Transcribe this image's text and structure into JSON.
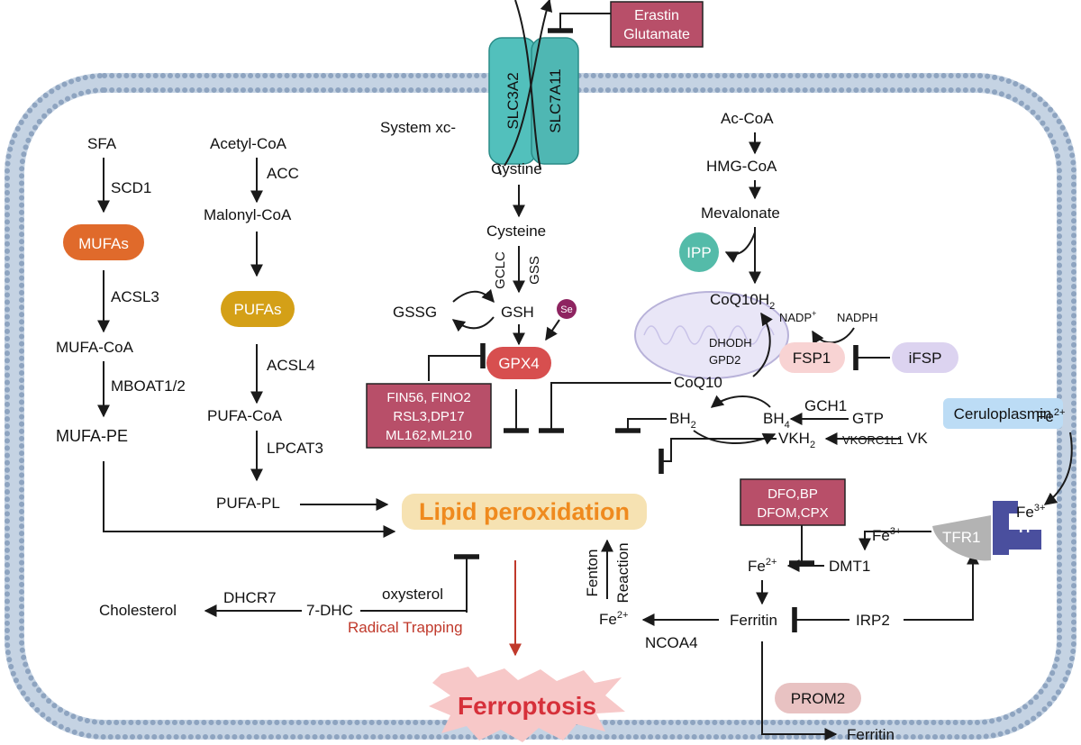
{
  "membrane": {
    "transporter": {
      "left": "SLC3A2",
      "right": "SLC7A11",
      "system": "System xc-"
    }
  },
  "inhibitor_boxes": {
    "erastin": [
      "Erastin",
      "Glutamate"
    ],
    "gpx4_inhibitors": [
      "FIN56, FINO2",
      "RSL3,DP17",
      "ML162,ML210"
    ],
    "iron_chelators": [
      "DFO,BP",
      "DFOM,CPX"
    ]
  },
  "mufa_pathway": {
    "sfa": "SFA",
    "scd1": "SCD1",
    "mufas": "MUFAs",
    "acsl3": "ACSL3",
    "mufa_coa": "MUFA-CoA",
    "mboat": "MBOAT1/2",
    "mufa_pe": "MUFA-PE"
  },
  "pufa_pathway": {
    "acetyl_coa": "Acetyl-CoA",
    "acc": "ACC",
    "malonyl_coa": "Malonyl-CoA",
    "pufas": "PUFAs",
    "acsl4": "ACSL4",
    "pufa_coa": "PUFA-CoA",
    "lpcat3": "LPCAT3",
    "pufa_pl": "PUFA-PL"
  },
  "gsh_pathway": {
    "cystine": "Cystine",
    "cysteine": "Cysteine",
    "gclc": "GCLC",
    "gss": "GSS",
    "gsh": "GSH",
    "gssg": "GSSG",
    "se": "Se",
    "gpx4": "GPX4"
  },
  "mevalonate_pathway": {
    "ac_coa": "Ac-CoA",
    "hmg_coa": "HMG-CoA",
    "mevalonate": "Mevalonate",
    "ipp": "IPP",
    "coq10h2": "CoQ10H",
    "coq10h2_sub": "2",
    "nadp": "NADP",
    "nadp_sup": "+",
    "nadph": "NADPH",
    "dhodh": "DHODH",
    "gpd2": "GPD2",
    "fsp1": "FSP1",
    "ifsp": "iFSP",
    "coq10": "CoQ10"
  },
  "bh4_pathway": {
    "bh": "BH",
    "bh2_sub": "2",
    "bh4_sub": "4",
    "gch1": "GCH1",
    "gtp": "GTP",
    "vkorc1l1": "VKORC1L1",
    "vkh": "VKH",
    "vkh_sub": "2",
    "vk": "VK"
  },
  "lipid_peroxidation": "Lipid peroxidation",
  "sterol": {
    "cholesterol": "Cholesterol",
    "dhcr7": "DHCR7",
    "dhc": "7-DHC",
    "oxysterol": "oxysterol",
    "radical_trapping": "Radical Trapping"
  },
  "iron": {
    "fenton": "Fenton",
    "reaction": "Reaction",
    "fe": "Fe",
    "fe2_sup": "2+",
    "fe3_sup": "3+",
    "ncoa4": "NCOA4",
    "ferritin": "Ferritin",
    "irp2": "IRP2",
    "dmt1": "DMT1",
    "tfr1": "TFR1",
    "tf": "Tf",
    "ceruloplasmin": "Ceruloplasmin",
    "prom2": "PROM2",
    "ferritin_out": "Ferritin"
  },
  "outcome": "Ferroptosis",
  "colors": {
    "membrane_dot": "#8ea4c0",
    "transporter": "#52c0bc",
    "inhibitor_box": "#b84f69",
    "mufas": "#e06a2b",
    "pufas": "#d4a017",
    "gpx4": "#d74f4f",
    "ipp": "#54bba9",
    "fsp1": "#f8d3d3",
    "ifsp": "#dcd3f0",
    "lipid_bg": "#f6e2b2",
    "lipid_text": "#ef8a1e",
    "ferroptosis_bg": "#f7c8c8",
    "ferroptosis_text": "#d6303a",
    "tfr1": "#b3b3b3",
    "tf": "#4a4f9e",
    "ceruloplasmin": "#bcdcf5",
    "prom2": "#e8c2c2",
    "se": "#8e2460",
    "red_arrow": "#c0392b"
  }
}
